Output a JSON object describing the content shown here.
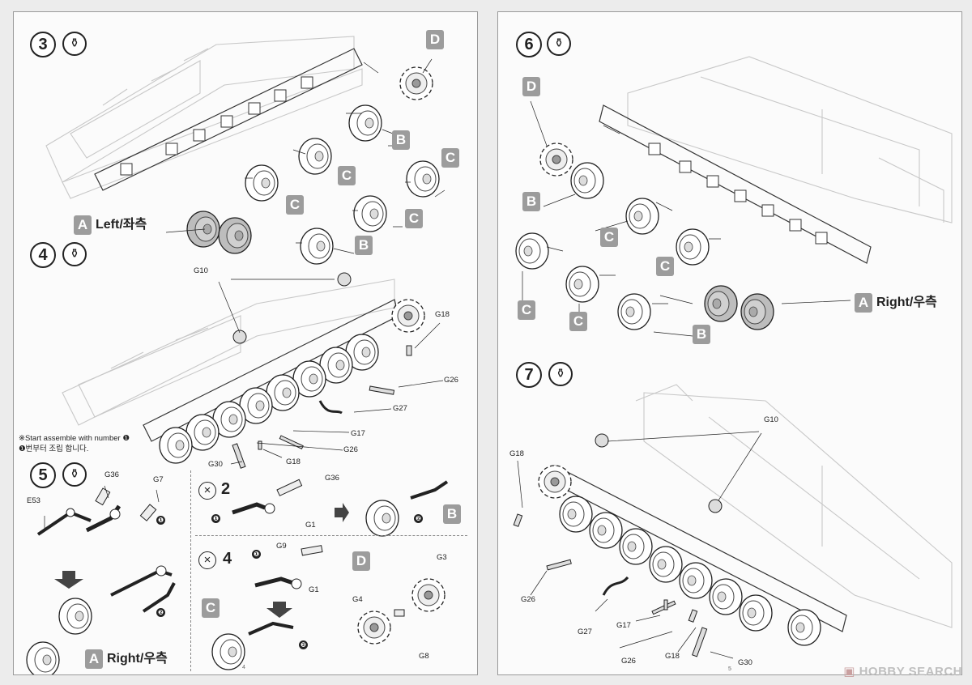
{
  "left_page": {
    "page_number": "4",
    "step3": {
      "number": "3",
      "glue_icon": "cement-bottle-icon",
      "parts": [
        "D",
        "B",
        "C",
        "C",
        "C",
        "C",
        "B"
      ],
      "side_tag": "A",
      "side_label": "Left/좌측"
    },
    "step4": {
      "number": "4",
      "glue_icon": "cement-bottle-icon",
      "parts": [
        "G10",
        "G18",
        "G26",
        "G27",
        "G17",
        "G26",
        "G18",
        "G30"
      ]
    },
    "note": {
      "line1": "※Start assemble with number ❶",
      "line2": "❶번부터 조립 합니다."
    },
    "step5": {
      "number": "5",
      "glue_icon": "cement-bottle-icon",
      "parts": [
        "G36",
        "G7",
        "E53"
      ],
      "seq": [
        "❶",
        "❷"
      ],
      "side_tag": "A",
      "side_label": "Right/우측"
    },
    "sub2": {
      "label": "2",
      "parts": [
        "G36",
        "G1"
      ],
      "seq": [
        "❶",
        "❷"
      ],
      "result_tag": "B"
    },
    "sub4": {
      "label": "4",
      "parts": [
        "G9",
        "G1"
      ],
      "seq": [
        "❶",
        "❷"
      ],
      "result_tag": "C"
    },
    "subD": {
      "tag": "D",
      "parts": [
        "G3",
        "G4",
        "G8"
      ]
    }
  },
  "right_page": {
    "page_number": "5",
    "step6": {
      "number": "6",
      "glue_icon": "cement-bottle-icon",
      "parts": [
        "D",
        "B",
        "C",
        "C",
        "C",
        "C",
        "B"
      ],
      "side_tag": "A",
      "side_label": "Right/우측"
    },
    "step7": {
      "number": "7",
      "glue_icon": "cement-bottle-icon",
      "parts": [
        "G10",
        "G18",
        "G26",
        "G27",
        "G17",
        "G26",
        "G18",
        "G30"
      ]
    }
  },
  "watermark": {
    "text": "HOBBY SEARCH"
  },
  "colors": {
    "tag_bg": "#9c9c9c",
    "line": "#222222",
    "page": "#fbfbfb"
  }
}
